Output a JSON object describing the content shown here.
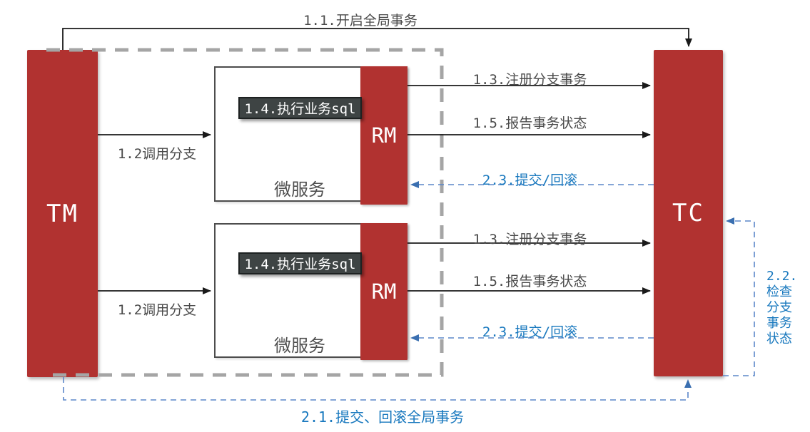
{
  "actors": {
    "tm": "TM",
    "tc": "TC",
    "rm": "RM"
  },
  "microservices": {
    "box_label": "微服务",
    "badge_label": "1.4.执行业务sql"
  },
  "steps": {
    "s1_1": "1.1.开启全局事务",
    "s1_2": "1.2调用分支",
    "s1_3": "1.3.注册分支事务",
    "s1_5": "1.5.报告事务状态",
    "s2_1": "2.1.提交、回滚全局事务",
    "s2_2_lines": [
      "2.2.",
      "检查",
      "分支",
      "事务",
      "状态"
    ],
    "s2_3": "2.3.提交/回滚"
  },
  "colors": {
    "actor_red": "#b13230",
    "badge_bg": "#3e4444",
    "badge_border": "#1d2121",
    "phase1_line_black": "#1a1a1a",
    "phase1_text_gray": "#4a4a4a",
    "phase2_text_blue": "#1878be",
    "phase2_dash_blue": "#5b87c9",
    "boundary_dash_gray": "#a5a5a5",
    "box_border_gray": "#4d4d4d"
  }
}
